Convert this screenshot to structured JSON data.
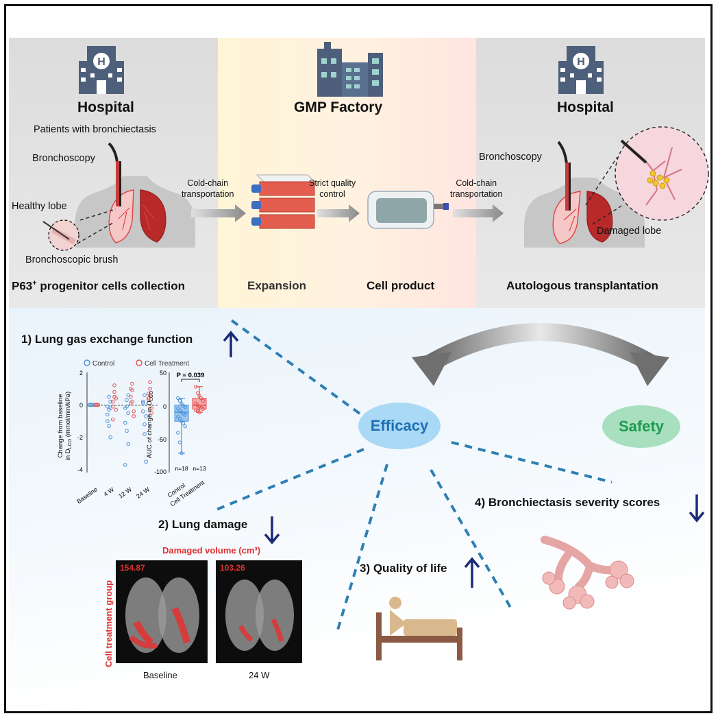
{
  "left": {
    "title": "Hospital",
    "patients": "Patients with bronchiectasis",
    "bronchoscopy": "Bronchoscopy",
    "healthy_lobe": "Healthy lobe",
    "brush": "Bronchoscopic brush",
    "step_pre": "P63",
    "step_sup": "+",
    "step_post": " progenitor cells collection"
  },
  "middle": {
    "title": "GMP Factory",
    "transport_a": "Cold-chain",
    "transport_b": "transportation",
    "quality_a": "Strict quality",
    "quality_b": "control",
    "expansion": "Expansion",
    "product": "Cell product"
  },
  "right": {
    "title": "Hospital",
    "bronchoscopy": "Bronchoscopy",
    "transport_a": "Cold-chain",
    "transport_b": "transportation",
    "damaged_lobe": "Damaged lobe",
    "step": "Autologous transplantation"
  },
  "outcomes": {
    "efficacy": "Efficacy",
    "safety": "Safety",
    "gas": "1) Lung gas exchange function",
    "damage": "2) Lung damage",
    "qol": "3) Quality of life",
    "severity": "4) Bronchiectasis severity scores",
    "damaged_volume": "Damaged volume (cm³)",
    "group_label": "Cell treatment group",
    "ct_baseline": "154.87",
    "ct_24w": "103.26",
    "baseline_label": "Baseline",
    "w24_label": "24 W"
  },
  "colors": {
    "efficacy_fill": "#a9d9f5",
    "efficacy_text": "#1f6fb5",
    "safety_fill": "#a8e0bf",
    "safety_text": "#1f9a4f",
    "arrow_navy": "#1c2a78",
    "dash_blue": "#2e7fb4",
    "control": "#4a90d9",
    "treatment": "#e05050"
  },
  "chart_data": [
    {
      "type": "scatter",
      "legend": [
        "Control",
        "Cell Treatment"
      ],
      "ylabel_l1": "Change from baseline",
      "ylabel_l2": "in D",
      "ylabel_sub": "LCO",
      "ylabel_l2_tail": " (mmol/min/kPa)",
      "categories": [
        "Baseline",
        "4 W",
        "12 W",
        "24 W"
      ],
      "ylim": [
        -4,
        2
      ],
      "yticks": [
        "2",
        "0",
        "-2",
        "-4"
      ],
      "series": [
        {
          "name": "Control",
          "values": [
            [
              0,
              0,
              0,
              0,
              0,
              0
            ],
            [
              -0.1,
              -0.3,
              0.2,
              -1.0,
              -1.3,
              -2.0,
              -0.6,
              0.5,
              -0.2
            ],
            [
              -0.2,
              -1.6,
              -2.4,
              -3.7,
              0.3,
              -0.5,
              -1.1,
              -0.1,
              0.6
            ],
            [
              0.1,
              -1.2,
              -3.5,
              -0.4,
              0.6,
              -0.7,
              0.2,
              -1.8
            ]
          ]
        },
        {
          "name": "Cell Treatment",
          "values": [
            [
              0,
              0,
              0,
              0,
              0,
              0
            ],
            [
              0.2,
              0.8,
              -0.3,
              -0.9,
              1.2,
              0.4,
              -0.1,
              0.5
            ],
            [
              0.5,
              1.3,
              -0.4,
              0.1,
              0.9,
              -0.7,
              1.0,
              0.2
            ],
            [
              0.3,
              1.0,
              -0.2,
              0.7,
              1.4,
              -0.5,
              0.4,
              0.6
            ]
          ]
        }
      ]
    },
    {
      "type": "box",
      "ylabel_l1": "AUC of change in D",
      "ylabel_sub": "LCO",
      "categories": [
        "Control",
        "Cell Treatment"
      ],
      "ylim": [
        -100,
        50
      ],
      "yticks": [
        "50",
        "0",
        "-50",
        "-100"
      ],
      "p_value": "P = 0.039",
      "n": [
        "n=18",
        "n=13"
      ],
      "series": [
        {
          "name": "Control",
          "min": -72,
          "q1": -22,
          "median": -8,
          "q3": 3,
          "max": 14,
          "points": [
            14,
            10,
            5,
            2,
            0,
            -2,
            -5,
            -8,
            -10,
            -12,
            -15,
            -18,
            -22,
            -25,
            -30,
            -40,
            -55,
            -72
          ]
        },
        {
          "name": "Cell Treatment",
          "min": -8,
          "q1": -3,
          "median": 3,
          "q3": 14,
          "max": 32,
          "points": [
            32,
            22,
            18,
            14,
            10,
            6,
            3,
            1,
            -1,
            -3,
            -5,
            -6,
            -8
          ]
        }
      ]
    }
  ]
}
